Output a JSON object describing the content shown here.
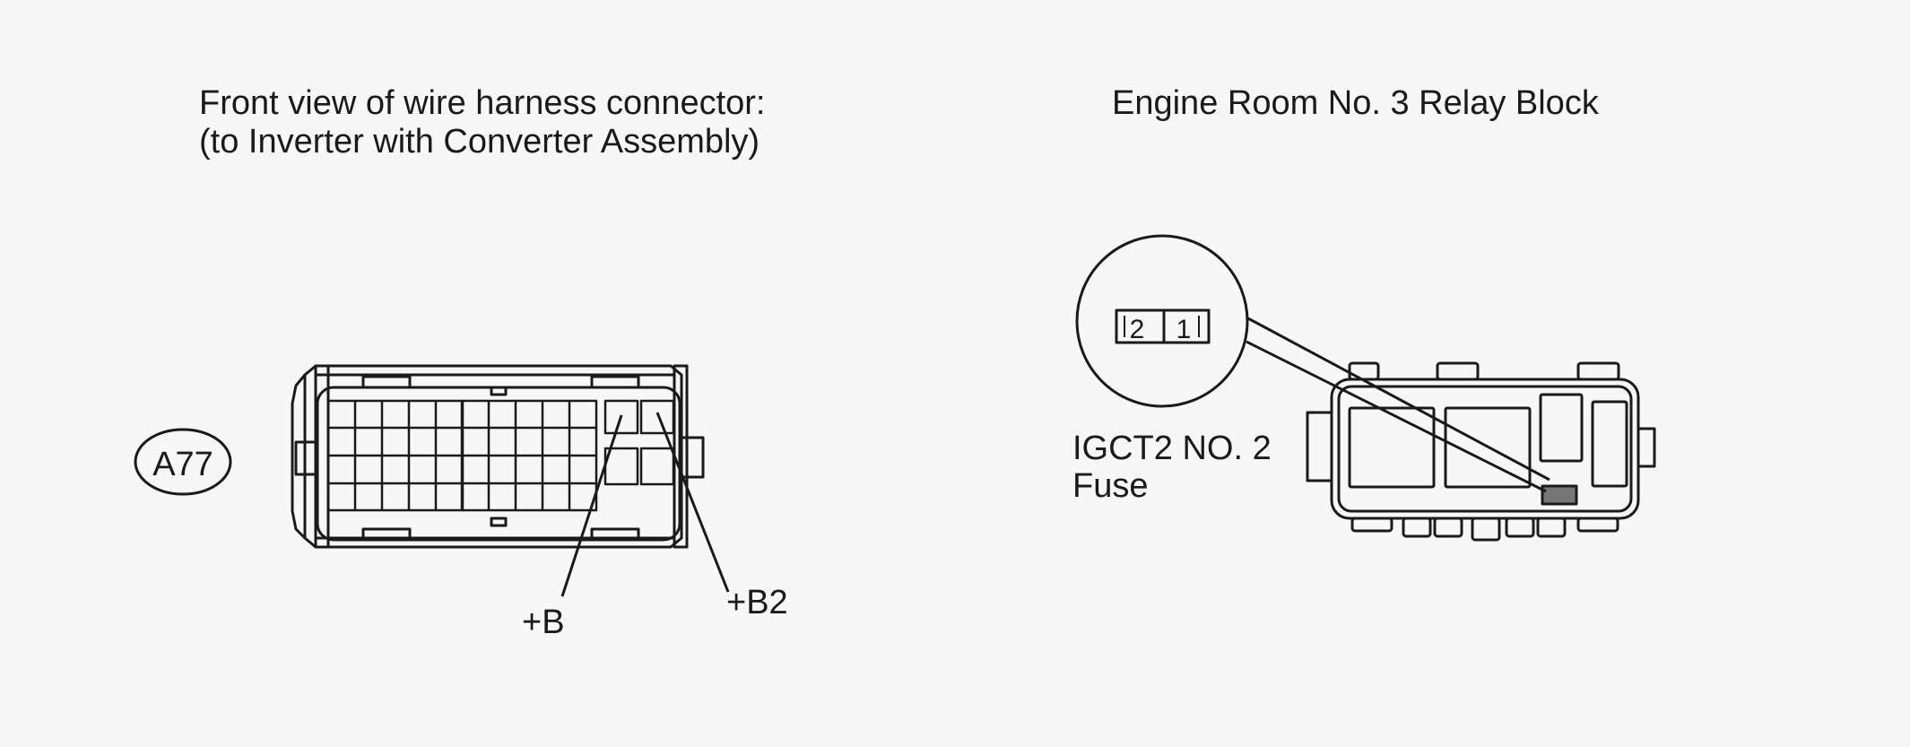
{
  "left_panel": {
    "title_line1": "Front view of wire harness connector:",
    "title_line2": "(to Inverter with Converter Assembly)",
    "connector_id": "A77",
    "pin_labels": {
      "b": "+B",
      "b2": "+B2"
    }
  },
  "right_panel": {
    "title": "Engine Room No. 3 Relay Block",
    "fuse_pins": [
      "2",
      "1"
    ],
    "fuse_label_line1": "IGCT2 NO. 2",
    "fuse_label_line2": "Fuse"
  },
  "colors": {
    "background": "#f7f7f7",
    "line": "#1a1a1a",
    "fuse_fill": "#777777"
  }
}
